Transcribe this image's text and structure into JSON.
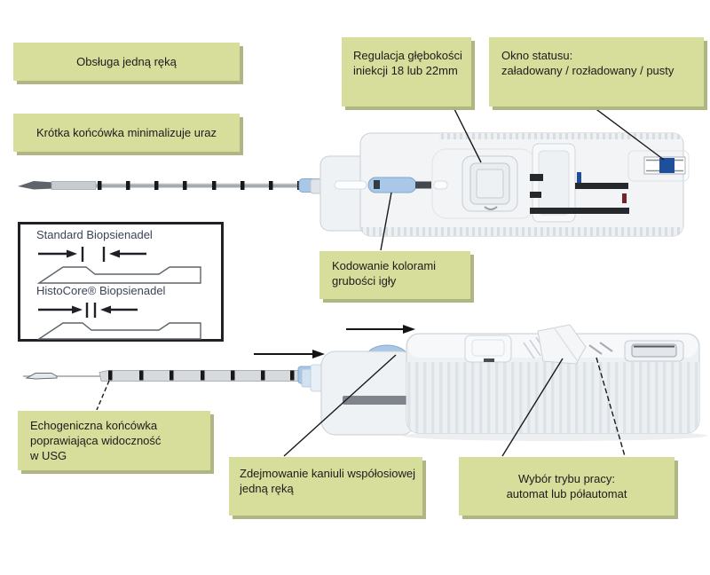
{
  "colors": {
    "label_bg": "#d7dd9b",
    "label_shadow": "#b0b683",
    "status_blue": "#1e4f9c",
    "hub_blue": "#a9c7e6",
    "callout_line": "#1a1a1a"
  },
  "callouts": {
    "one_hand": "Obsługa jedną ręką",
    "short_tip": "Krótka końcówka minimalizuje uraz",
    "depth": "Regulacja głębokości\niniekcji 18 lub 22mm",
    "status": "Okno statusu:\nzaładowany / rozładowany / pusty",
    "color_coding": "Kodowanie kolorami\ngrubości igły",
    "echogenic": "Echogeniczna końcówka\npoprawiająca widoczność\nw USG",
    "coaxial": "Zdejmowanie kaniuli współosiowej\njedną ręką",
    "mode": "Wybór trybu pracy:\nautomat lub półautomat"
  },
  "needle_box": {
    "standard": "Standard Biopsienadel",
    "histocore": "HistoCore® Biopsienadel"
  }
}
